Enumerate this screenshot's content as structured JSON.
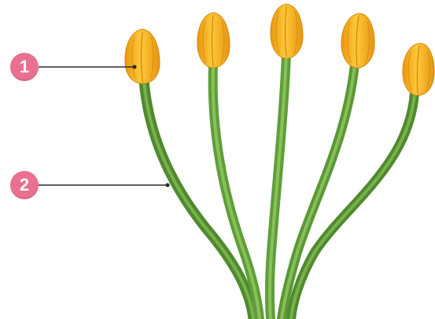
{
  "callouts": [
    {
      "number": "1",
      "target": "anther"
    },
    {
      "number": "2",
      "target": "filament"
    }
  ],
  "colors": {
    "badge": "#e9708f",
    "anther": "#f7b52a",
    "anther_shade": "#e89a12",
    "filament": "#5f9e3a",
    "filament_light": "#8cc25a",
    "leader_line": "#2b2b2b"
  },
  "stamen_count": 5
}
